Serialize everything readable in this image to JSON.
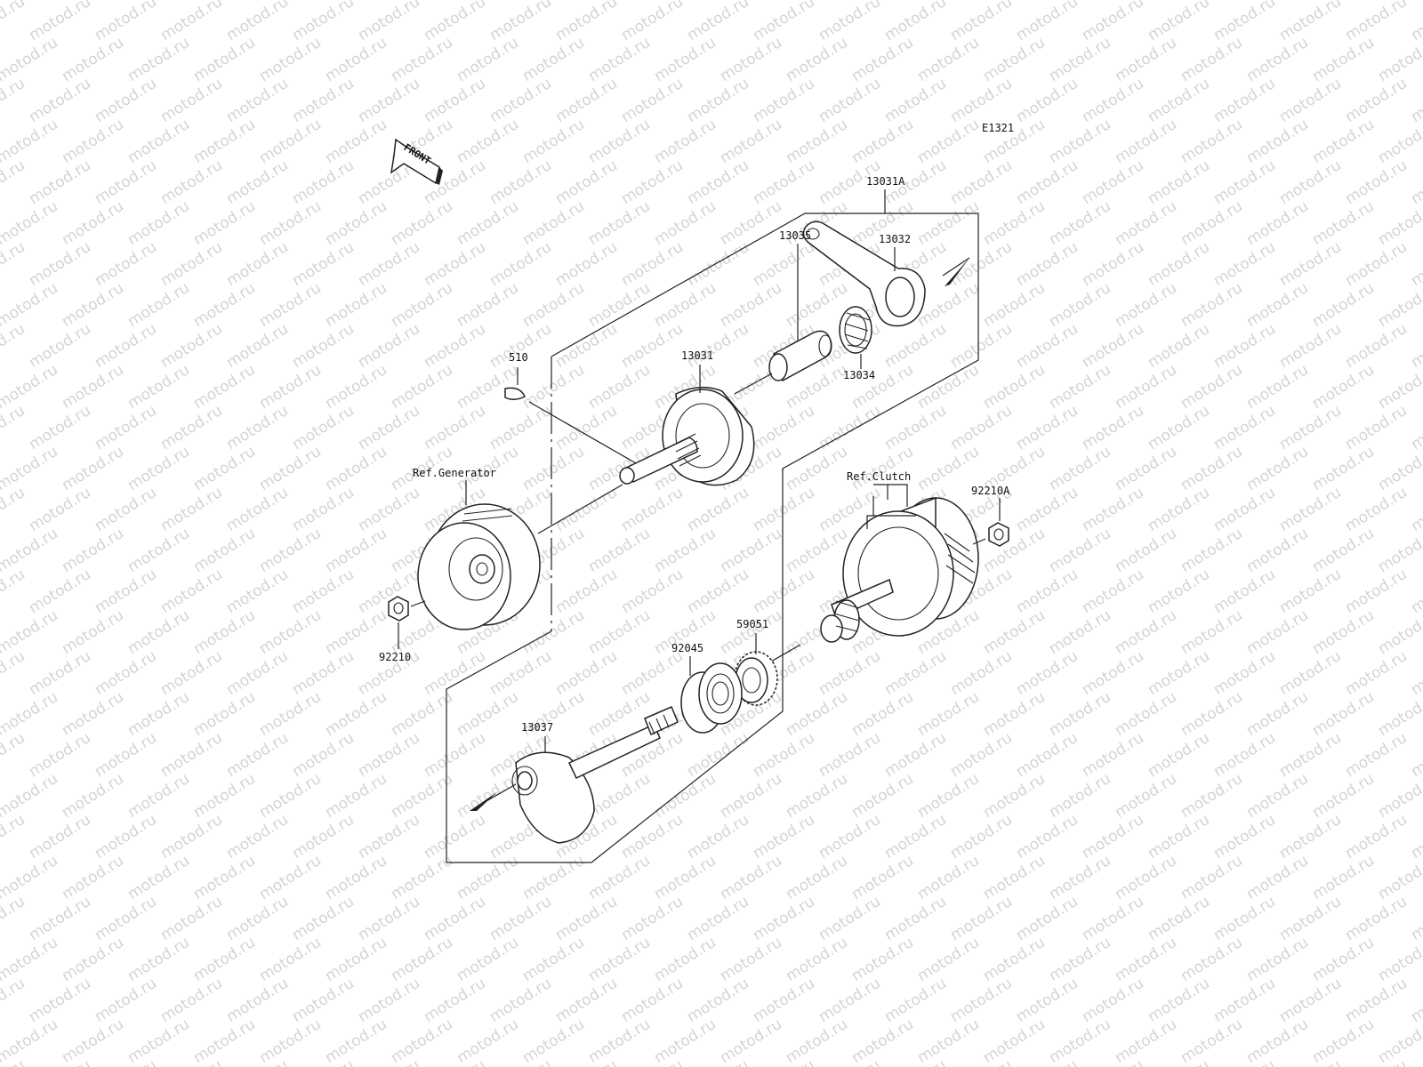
{
  "diagram": {
    "code": "E1321",
    "front_label": "FRONT",
    "watermark": "motod.ru",
    "callouts": {
      "p13031A": "13031A",
      "p13032": "13032",
      "p13035": "13035",
      "p13034": "13034",
      "p13031": "13031",
      "p510": "510",
      "ref_generator": "Ref.Generator",
      "ref_clutch": "Ref.Clutch",
      "p92210A": "92210A",
      "p92210": "92210",
      "p59051": "59051",
      "p92045": "92045",
      "p13037": "13037"
    }
  }
}
